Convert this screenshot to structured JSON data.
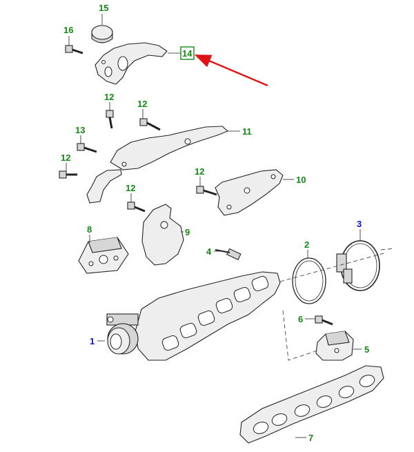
{
  "diagram": {
    "type": "exploded-parts-diagram",
    "colors": {
      "label_green": "#138a13",
      "label_blue": "#1010c8",
      "highlight_box": "#138a13",
      "pointer_arrow": "#e01414",
      "line": "#222222",
      "part_fill": "#eeeeee"
    },
    "callouts": [
      {
        "id": "c15",
        "text": "15",
        "color": "green"
      },
      {
        "id": "c16",
        "text": "16",
        "color": "green"
      },
      {
        "id": "c14",
        "text": "14",
        "color": "green",
        "highlighted": true
      },
      {
        "id": "c12a",
        "text": "12",
        "color": "green"
      },
      {
        "id": "c12b",
        "text": "12",
        "color": "green"
      },
      {
        "id": "c13",
        "text": "13",
        "color": "green"
      },
      {
        "id": "c11",
        "text": "11",
        "color": "green"
      },
      {
        "id": "c12c",
        "text": "12",
        "color": "green"
      },
      {
        "id": "c12d",
        "text": "12",
        "color": "green"
      },
      {
        "id": "c12e",
        "text": "12",
        "color": "green"
      },
      {
        "id": "c10",
        "text": "10",
        "color": "green"
      },
      {
        "id": "c8",
        "text": "8",
        "color": "green"
      },
      {
        "id": "c9",
        "text": "9",
        "color": "green"
      },
      {
        "id": "c3",
        "text": "3",
        "color": "blue"
      },
      {
        "id": "c4",
        "text": "4",
        "color": "green"
      },
      {
        "id": "c2",
        "text": "2",
        "color": "green"
      },
      {
        "id": "c6",
        "text": "6",
        "color": "green"
      },
      {
        "id": "c1",
        "text": "1",
        "color": "blue"
      },
      {
        "id": "c5",
        "text": "5",
        "color": "green"
      },
      {
        "id": "c7",
        "text": "7",
        "color": "green"
      }
    ],
    "highlighted_part": "14"
  }
}
